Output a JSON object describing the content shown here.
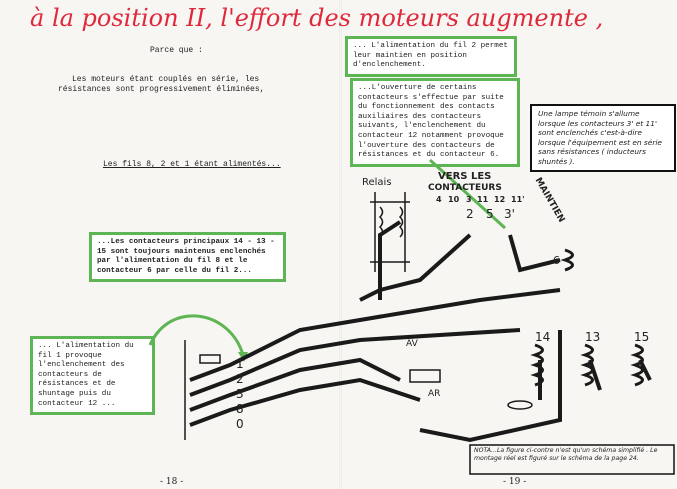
{
  "title": "à la position II, l'effort des moteurs augmente ,",
  "left_page": {
    "intro": "Parce que :",
    "paragraph": "Les moteurs étant couplés en série, les résistances sont progressivement éliminées,",
    "underlined": "Les fils 8, 2 et 1 étant alimentés...",
    "box_main": "...Les contacteurs principaux 14 - 13 - 15 sont toujours maintenus enclenchés par l'alimentation du fil 8 et le contacteur 6 par celle du fil 2...",
    "box_fil1": "... L'alimentation du fil 1 provoque l'enclenchement des contacteurs de résistances et de shuntage puis du contacteur 12 ...",
    "wire_labels": [
      "1",
      "2",
      "3",
      "8",
      "0"
    ],
    "page_number": "- 18 -"
  },
  "right_page": {
    "box_fil2": "... L'alimentation du fil 2 permet leur maintien en position d'enclenchement.",
    "box_ouverture": "...L'ouverture de certains contacteurs s'effectue par suite du fonctionnement des contacts auxiliaires des contacteurs suivants, l'enclenchement du contacteur 12 notamment provoque l'ouverture des contacteurs de résistances et du contacteur 6.",
    "box_lampe": "Une lampe témoin s'allume lorsque les contacteurs 3' et 11' sont enclenchés c'est-à-dire lorsque l'équipement est en série sans résistances ( inducteurs shuntés ).",
    "relais": "Relais",
    "vers_les": "VERS LES",
    "contacteurs": "CONTACTEURS",
    "maintien": "MAINTIEN",
    "contact_numbers": [
      "4",
      "10",
      "3",
      "11",
      "12",
      "11'",
      "2",
      "5",
      "3'"
    ],
    "contactor_labels": [
      "6",
      "14",
      "13",
      "15"
    ],
    "av": "AV",
    "ar": "AR",
    "nota": "NOTA...La figure ci-contre n'est qu'un schéma simplifié . Le montage réel est figuré sur le schéma de la page 24.",
    "page_number": "- 19 -"
  },
  "colors": {
    "title_red": "#e0283c",
    "box_green": "#5db553"
  }
}
